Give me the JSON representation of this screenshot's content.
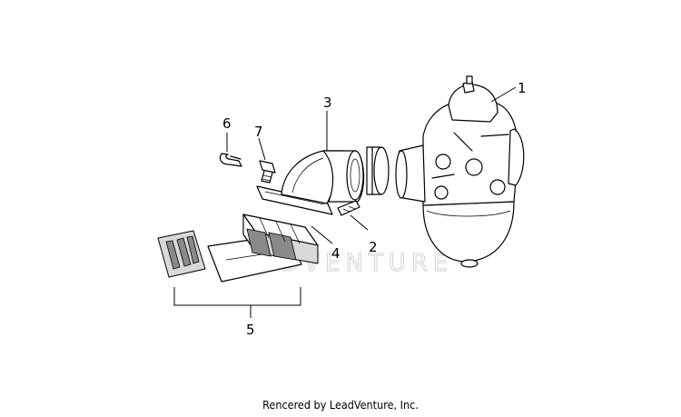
{
  "callouts": {
    "c1": "1",
    "c2": "2",
    "c3": "3",
    "c4": "4",
    "c5": "5",
    "c6": "6",
    "c7": "7"
  },
  "watermark": "LEADVENTURE",
  "footer": "Rencered by LeadVenture, Inc."
}
